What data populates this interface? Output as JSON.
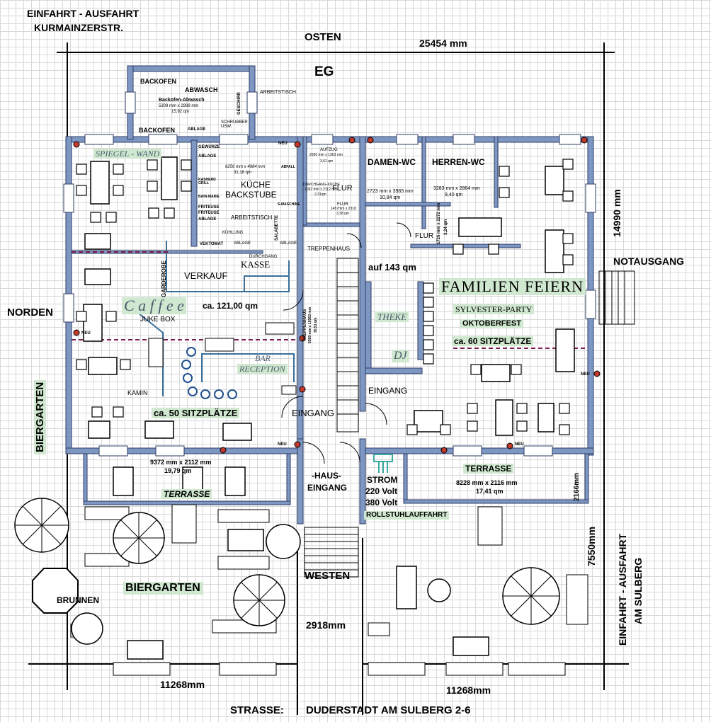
{
  "title": "EG",
  "compass": {
    "north": "NORDEN",
    "east": "OSTEN",
    "west": "WESTEN"
  },
  "entrances": {
    "top_left": "EINFAHRT - AUSFAHRT",
    "top_left_street": "KURMAINZERSTR.",
    "right": "EINFAHRT - AUSFAHRT",
    "right_street": "AM SULBERG",
    "notausgang": "NOTAUSGANG"
  },
  "dimensions": {
    "top": "25454 mm",
    "right": "14990 mm",
    "right_lower": "7550mm",
    "bottom_left": "11268mm",
    "bottom_right": "11268mm",
    "center": "2918mm",
    "terrace_height": "2166mm"
  },
  "address": {
    "label": "STRASSE:",
    "value": "DUDERSTADT AM SULBERG 2-6"
  },
  "rooms": {
    "backofen_top": "BACKOFEN",
    "abwasch": "ABWASCH",
    "geschirr": "GESCHIRR",
    "arbeitstisch_top": "ARBEITSTISCH",
    "backofen_abwasch": "Backofen-Abwasch",
    "backofen_abwasch_dim": "5309 mm x 2998 mm",
    "backofen_abwasch_area": "15,92 qm",
    "schrubber": "SCHRUBBER USW.",
    "backofen_bottom": "BACKOFEN",
    "ablage_top": "ABLAGE",
    "spiegel_wand": "SPIEGEL - WAND",
    "gewuerze": "GEWÜRZE",
    "ablage1": "ABLAGE",
    "kasherd": "KASHERD GRILL",
    "bain_marie": "BAIN-MARIE",
    "friteuse1": "FRITEUSE",
    "friteuse2": "FRITEUSE",
    "ablage2": "ABLAGE",
    "kueche_dim": "6256 mm x 4984 mm",
    "kueche_area": "31,18 qm",
    "kueche": "KÜCHE",
    "backstube": "BACKSTUBE",
    "arbeitstisch": "ARBEITSTISCH",
    "abfall": "ABFALL",
    "kuehlung": "KÜHLUNG",
    "vektomat": "VEKTOMAT",
    "ablage3": "ABLAGE",
    "ablage4": "ABLAGE",
    "s_maschine": "S-MASCHINE",
    "salabette": "SALABETTE",
    "durchgang": "DURCHGANG",
    "aufzug": "AUFZUG",
    "aufzug_dim": "2650 mm x 1363 mm",
    "aufzug_area": "3,61 qm",
    "durchgang_kueche": "DURCHGANG-KÜCHE",
    "durchgang_kueche_dim": "1092 mm x 2112 mm",
    "durchgang_kueche_area": "2,31qm",
    "flur1": "FLUR",
    "flur_small": "FLUR",
    "flur_small_dim": "1457mm x 2318",
    "flur_small_area": "3,38 qm",
    "damen_wc": "DAMEN-WC",
    "damen_dim": "2723 mm x 3983 mm",
    "damen_area": "10,84 qm",
    "herren_wc": "HERREN-WC",
    "herren_dim": "3283 mm x 2864 mm",
    "herren_area": "9,40 qm",
    "flur2": "FLUR",
    "flur2_dim": "1726 mm x 2272 mm",
    "flur2_area": "3,24 qm",
    "treppenhaus": "TREPPENHAUS",
    "treppenhaus2": "TREPPENHAUS",
    "treppenhaus2_dim": "5390 mm x 10363 mm",
    "treppenhaus2_area": "30,51 qm",
    "kasse": "KASSE",
    "verkauf": "VERKAUF",
    "garderobe": "GARDEROBE",
    "caffee": "C a f f e e",
    "caffee_area": "ca. 121,00 qm",
    "juke_box": "JUKE BOX",
    "bar1": "BAR",
    "bar2": "RECEPTION",
    "kamin": "KAMIN",
    "sitz50": "ca. 50 SITZPLÄTZE",
    "eingang_left": "EINGANG",
    "eingang_right": "EINGANG",
    "auf_143": "auf  143 qm",
    "familien": "FAMILIEN  FEIERN",
    "sylvester": "SYLVESTER-PARTY",
    "oktoberfest": "OKTOBERFEST",
    "sitz60": "ca. 60 SITZPLÄTZE",
    "theke": "THEKE",
    "dj": "DJ",
    "haus1": "-HAUS-",
    "haus2": "EINGANG",
    "strom": "STROM",
    "volt220": "220 Volt",
    "volt380": "380 Volt",
    "rollstuhl": "ROLLSTUHLAUFFAHRT",
    "terrasse_left_dim": "9372 mm x 2112 mm",
    "terrasse_left_area": "19,79 qm",
    "terrasse_left": "TERRASSE",
    "terrasse_right": "TERRASSE",
    "terrasse_right_dim": "8228 mm x 2116 mm",
    "terrasse_right_area": "17,41 qm",
    "biergarten_side": "BIERGARTEN",
    "biergarten": "BIERGARTEN",
    "brunnen": "BRUNNEN",
    "neu": "NEU"
  },
  "colors": {
    "wall_fill": "#7e97c2",
    "wall_stroke": "#2c3e66",
    "highlight": "#cfe8cf",
    "marker": "#c0392b",
    "divider": "#7a1f4f",
    "strom": "#3aa9a0"
  }
}
